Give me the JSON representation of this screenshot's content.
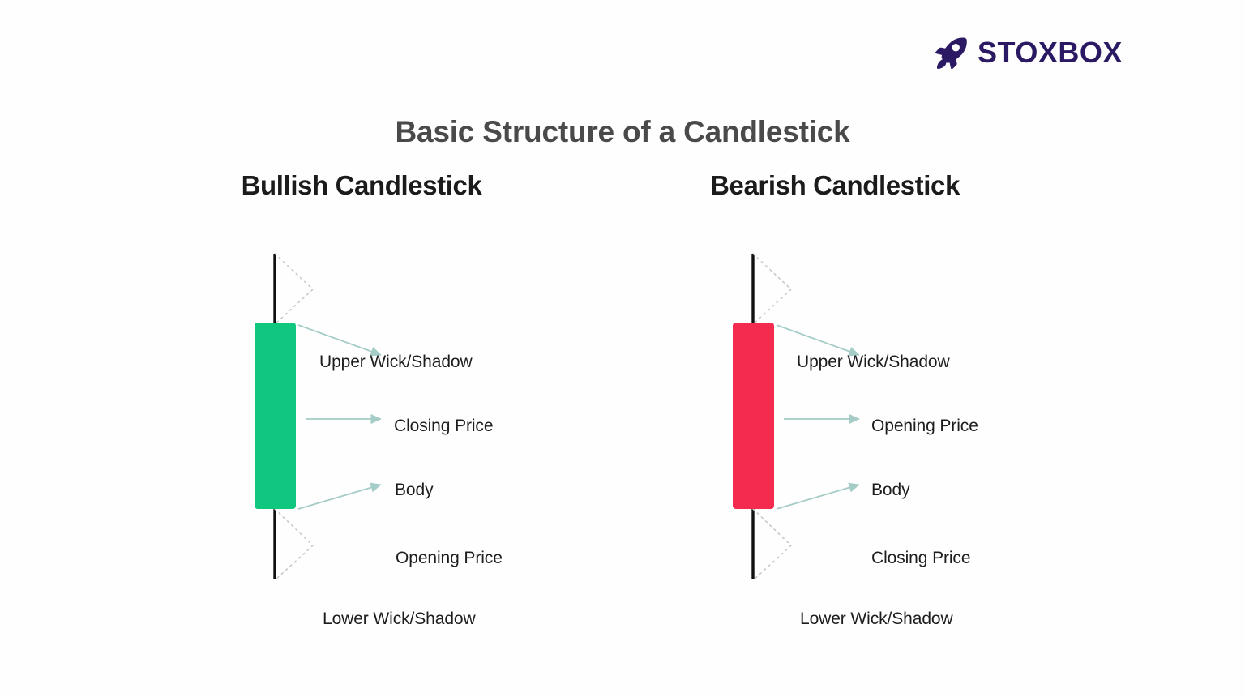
{
  "brand": {
    "name": "STOXBOX",
    "icon": "rocket-icon",
    "color": "#2b1a63"
  },
  "page": {
    "title": "Basic Structure of a Candlestick",
    "background": "#ffffff",
    "title_color": "#4a4a4a"
  },
  "colors": {
    "bullish_body": "#0fc77f",
    "bearish_body": "#f42b4e",
    "wick": "#111111",
    "arrow": "#a5ccc6",
    "dotted_bracket": "#c9c9c9",
    "label_text": "#1d1d1d"
  },
  "panels": [
    {
      "id": "bullish",
      "title": "Bullish Candlestick",
      "body_color": "#0fc77f",
      "labels": {
        "upper_wick": "Upper Wick/Shadow",
        "top_price": "Closing Price",
        "body": "Body",
        "bottom_price": "Opening Price",
        "lower_wick": "Lower Wick/Shadow"
      }
    },
    {
      "id": "bearish",
      "title": "Bearish Candlestick",
      "body_color": "#f42b4e",
      "labels": {
        "upper_wick": "Upper Wick/Shadow",
        "top_price": "Opening Price",
        "body": "Body",
        "bottom_price": "Closing Price",
        "lower_wick": "Lower Wick/Shadow"
      }
    }
  ],
  "chart_data": {
    "type": "candlestick-diagram",
    "title": "Basic Structure of a Candlestick",
    "candles": [
      {
        "name": "Bullish Candlestick",
        "direction": "bullish",
        "color": "#0fc77f",
        "parts": {
          "high_to_body_top": "Upper Wick/Shadow",
          "body_top": "Closing Price",
          "body": "Body",
          "body_bottom": "Opening Price",
          "body_bottom_to_low": "Lower Wick/Shadow"
        }
      },
      {
        "name": "Bearish Candlestick",
        "direction": "bearish",
        "color": "#f42b4e",
        "parts": {
          "high_to_body_top": "Upper Wick/Shadow",
          "body_top": "Opening Price",
          "body": "Body",
          "body_bottom": "Closing Price",
          "body_bottom_to_low": "Lower Wick/Shadow"
        }
      }
    ]
  }
}
